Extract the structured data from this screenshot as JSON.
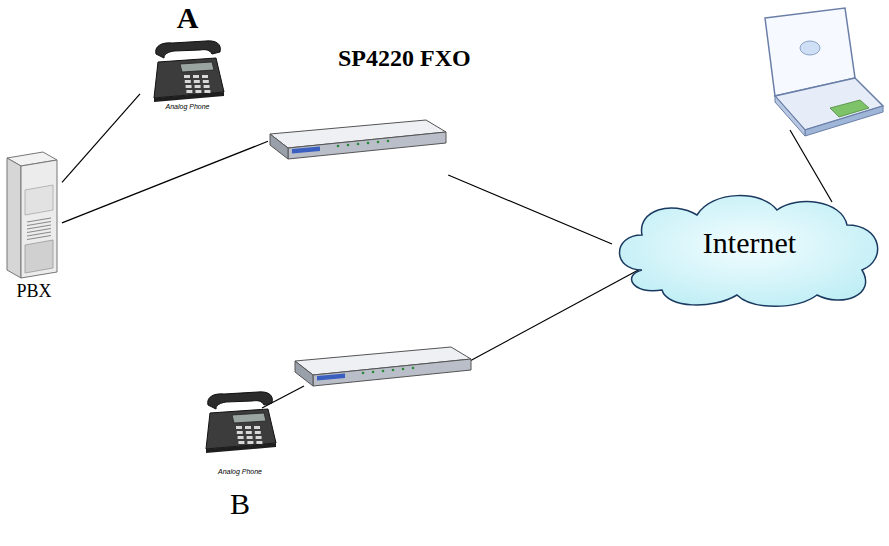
{
  "diagram": {
    "nodes": [
      {
        "text": [
          "A",
          "Analog Phone"
        ]
      },
      {
        "text": [
          "PBX"
        ]
      },
      {
        "text": [
          "SP4220 FXO"
        ]
      },
      {
        "text": [
          "Internet"
        ]
      },
      {
        "text": [
          "Analog Phone",
          "B"
        ]
      }
    ],
    "edges": [
      {
        "from": 1,
        "to": 0,
        "arrow": "none"
      },
      {
        "from": 1,
        "to": 2,
        "arrow": "none"
      },
      {
        "from": 2,
        "to": 3,
        "arrow": "none"
      }
    ]
  }
}
